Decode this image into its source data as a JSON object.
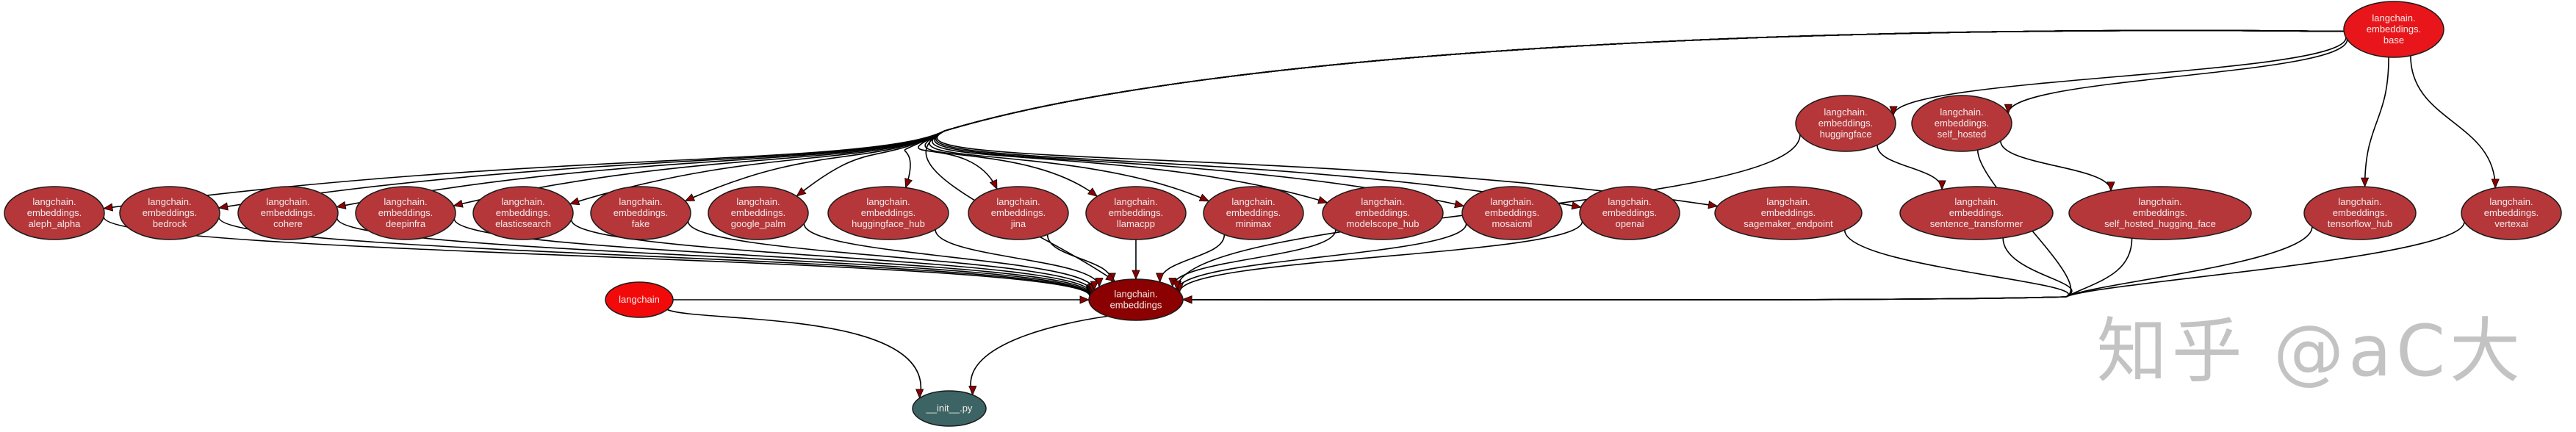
{
  "graph": {
    "nodes": [
      {
        "id": "base",
        "lines": [
          "langchain.",
          "embeddings.",
          "base"
        ],
        "color": "#e8161a"
      },
      {
        "id": "huggingface",
        "lines": [
          "langchain.",
          "embeddings.",
          "huggingface"
        ],
        "color": "#b5373a"
      },
      {
        "id": "self_hosted",
        "lines": [
          "langchain.",
          "embeddings.",
          "self_hosted"
        ],
        "color": "#b5373a"
      },
      {
        "id": "aleph_alpha",
        "lines": [
          "langchain.",
          "embeddings.",
          "aleph_alpha"
        ],
        "color": "#b5373a"
      },
      {
        "id": "bedrock",
        "lines": [
          "langchain.",
          "embeddings.",
          "bedrock"
        ],
        "color": "#b5373a"
      },
      {
        "id": "cohere",
        "lines": [
          "langchain.",
          "embeddings.",
          "cohere"
        ],
        "color": "#b5373a"
      },
      {
        "id": "deepinfra",
        "lines": [
          "langchain.",
          "embeddings.",
          "deepinfra"
        ],
        "color": "#b5373a"
      },
      {
        "id": "elasticsearch",
        "lines": [
          "langchain.",
          "embeddings.",
          "elasticsearch"
        ],
        "color": "#b5373a"
      },
      {
        "id": "fake",
        "lines": [
          "langchain.",
          "embeddings.",
          "fake"
        ],
        "color": "#b5373a"
      },
      {
        "id": "google_palm",
        "lines": [
          "langchain.",
          "embeddings.",
          "google_palm"
        ],
        "color": "#b5373a"
      },
      {
        "id": "huggingface_hub",
        "lines": [
          "langchain.",
          "embeddings.",
          "huggingface_hub"
        ],
        "color": "#b5373a"
      },
      {
        "id": "jina",
        "lines": [
          "langchain.",
          "embeddings.",
          "jina"
        ],
        "color": "#b5373a"
      },
      {
        "id": "llamacpp",
        "lines": [
          "langchain.",
          "embeddings.",
          "llamacpp"
        ],
        "color": "#b5373a"
      },
      {
        "id": "minimax",
        "lines": [
          "langchain.",
          "embeddings.",
          "minimax"
        ],
        "color": "#b5373a"
      },
      {
        "id": "modelscope_hub",
        "lines": [
          "langchain.",
          "embeddings.",
          "modelscope_hub"
        ],
        "color": "#b5373a"
      },
      {
        "id": "mosaicml",
        "lines": [
          "langchain.",
          "embeddings.",
          "mosaicml"
        ],
        "color": "#b5373a"
      },
      {
        "id": "openai",
        "lines": [
          "langchain.",
          "embeddings.",
          "openai"
        ],
        "color": "#b5373a"
      },
      {
        "id": "sagemaker_endpoint",
        "lines": [
          "langchain.",
          "embeddings.",
          "sagemaker_endpoint"
        ],
        "color": "#b5373a"
      },
      {
        "id": "sentence_transformer",
        "lines": [
          "langchain.",
          "embeddings.",
          "sentence_transformer"
        ],
        "color": "#b5373a"
      },
      {
        "id": "self_hosted_hugging_face",
        "lines": [
          "langchain.",
          "embeddings.",
          "self_hosted_hugging_face"
        ],
        "color": "#b5373a"
      },
      {
        "id": "tensorflow_hub",
        "lines": [
          "langchain.",
          "embeddings.",
          "tensorflow_hub"
        ],
        "color": "#b5373a"
      },
      {
        "id": "vertexai",
        "lines": [
          "langchain.",
          "embeddings.",
          "vertexai"
        ],
        "color": "#b5373a"
      },
      {
        "id": "langchain",
        "lines": [
          "langchain"
        ],
        "color": "#f20a0a"
      },
      {
        "id": "embeddings",
        "lines": [
          "langchain.",
          "embeddings"
        ],
        "color": "#8b0000"
      },
      {
        "id": "init",
        "lines": [
          "__init__.py"
        ],
        "color": "#3c6464"
      }
    ],
    "edges": [
      {
        "from": "base",
        "to": "huggingface"
      },
      {
        "from": "base",
        "to": "self_hosted"
      },
      {
        "from": "base",
        "to": "aleph_alpha"
      },
      {
        "from": "base",
        "to": "bedrock"
      },
      {
        "from": "base",
        "to": "cohere"
      },
      {
        "from": "base",
        "to": "deepinfra"
      },
      {
        "from": "base",
        "to": "elasticsearch"
      },
      {
        "from": "base",
        "to": "fake"
      },
      {
        "from": "base",
        "to": "google_palm"
      },
      {
        "from": "base",
        "to": "huggingface_hub"
      },
      {
        "from": "base",
        "to": "jina"
      },
      {
        "from": "base",
        "to": "llamacpp"
      },
      {
        "from": "base",
        "to": "minimax"
      },
      {
        "from": "base",
        "to": "modelscope_hub"
      },
      {
        "from": "base",
        "to": "mosaicml"
      },
      {
        "from": "base",
        "to": "openai"
      },
      {
        "from": "base",
        "to": "sagemaker_endpoint"
      },
      {
        "from": "base",
        "to": "tensorflow_hub"
      },
      {
        "from": "base",
        "to": "vertexai"
      },
      {
        "from": "huggingface",
        "to": "sentence_transformer"
      },
      {
        "from": "self_hosted",
        "to": "self_hosted_hugging_face"
      },
      {
        "from": "aleph_alpha",
        "to": "embeddings"
      },
      {
        "from": "bedrock",
        "to": "embeddings"
      },
      {
        "from": "cohere",
        "to": "embeddings"
      },
      {
        "from": "deepinfra",
        "to": "embeddings"
      },
      {
        "from": "elasticsearch",
        "to": "embeddings"
      },
      {
        "from": "fake",
        "to": "embeddings"
      },
      {
        "from": "google_palm",
        "to": "embeddings"
      },
      {
        "from": "huggingface_hub",
        "to": "embeddings"
      },
      {
        "from": "jina",
        "to": "embeddings"
      },
      {
        "from": "llamacpp",
        "to": "embeddings"
      },
      {
        "from": "minimax",
        "to": "embeddings"
      },
      {
        "from": "modelscope_hub",
        "to": "embeddings"
      },
      {
        "from": "mosaicml",
        "to": "embeddings"
      },
      {
        "from": "openai",
        "to": "embeddings"
      },
      {
        "from": "sagemaker_endpoint",
        "to": "embeddings"
      },
      {
        "from": "sentence_transformer",
        "to": "embeddings"
      },
      {
        "from": "self_hosted_hugging_face",
        "to": "embeddings"
      },
      {
        "from": "tensorflow_hub",
        "to": "embeddings"
      },
      {
        "from": "vertexai",
        "to": "embeddings"
      },
      {
        "from": "huggingface",
        "to": "embeddings"
      },
      {
        "from": "self_hosted",
        "to": "embeddings"
      },
      {
        "from": "base",
        "to": "embeddings"
      },
      {
        "from": "langchain",
        "to": "embeddings"
      },
      {
        "from": "embeddings",
        "to": "init"
      },
      {
        "from": "langchain",
        "to": "init"
      }
    ]
  },
  "watermark": "知乎 @aC大"
}
